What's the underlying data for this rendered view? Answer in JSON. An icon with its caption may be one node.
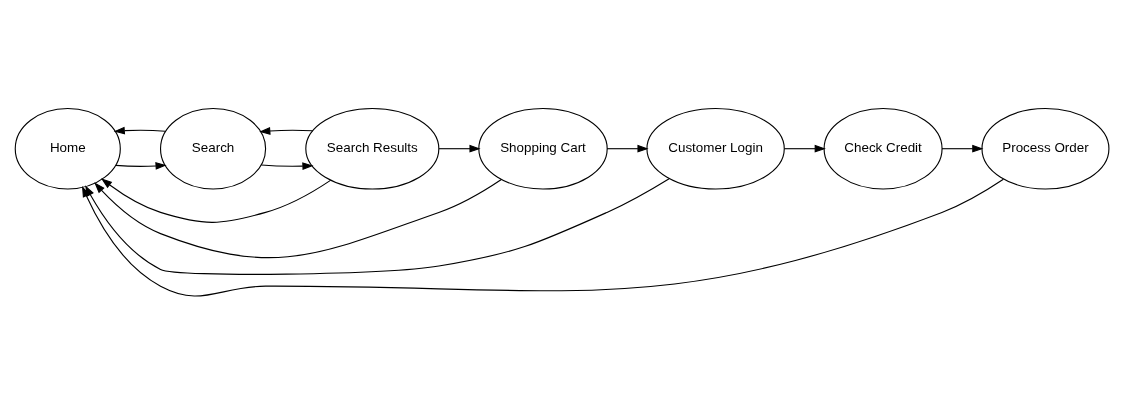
{
  "diagram": {
    "nodes": [
      {
        "text": [
          "Home"
        ]
      },
      {
        "text": [
          "Search"
        ]
      },
      {
        "text": [
          "Search Results"
        ]
      },
      {
        "text": [
          "Shopping Cart"
        ]
      },
      {
        "text": [
          "Customer Login"
        ]
      },
      {
        "text": [
          "Check Credit"
        ]
      },
      {
        "text": [
          "Process Order"
        ]
      }
    ],
    "edges": [
      {
        "from": 0,
        "to": 1,
        "arrow": "to"
      },
      {
        "from": 1,
        "to": 2,
        "arrow": "to"
      },
      {
        "from": 2,
        "to": 3,
        "arrow": "to"
      },
      {
        "from": 3,
        "to": 4,
        "arrow": "to"
      },
      {
        "from": 4,
        "to": 5,
        "arrow": "to"
      },
      {
        "from": 5,
        "to": 6,
        "arrow": "to"
      },
      {
        "from": 6,
        "to": 0,
        "arrow": "to"
      },
      {
        "from": 4,
        "to": 0,
        "arrow": "to"
      },
      {
        "from": 1,
        "to": 0,
        "arrow": "to"
      },
      {
        "from": 2,
        "to": 1,
        "arrow": "to"
      },
      {
        "from": 2,
        "to": 0,
        "arrow": "to"
      },
      {
        "from": 3,
        "to": 0,
        "arrow": "to"
      }
    ]
  }
}
